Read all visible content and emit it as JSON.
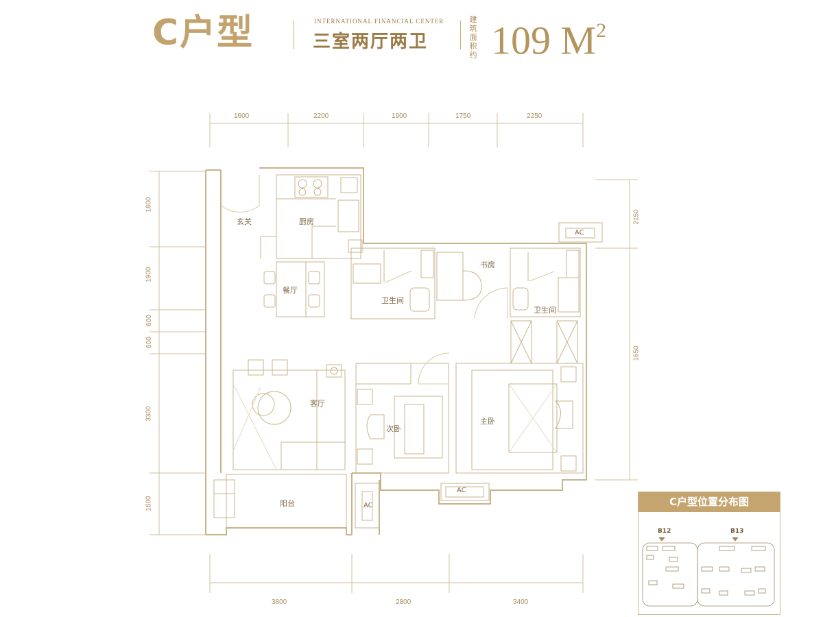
{
  "header": {
    "type_title": "C户型",
    "english_name": "INTERNATIONAL FINANCIAL CENTER",
    "layout": "三室两厅两卫",
    "area_label": "建筑面积约",
    "area_value": "109",
    "area_unit": "M",
    "area_exp": "2"
  },
  "dimensions": {
    "top": [
      "1600",
      "2200",
      "1900",
      "1750",
      "2250"
    ],
    "bottom": [
      "3800",
      "2800",
      "3400"
    ],
    "left": [
      "1800",
      "1900",
      "600",
      "600",
      "3300",
      "1600"
    ],
    "right": [
      "2150",
      "1650"
    ]
  },
  "rooms": {
    "entrance": "玄关",
    "kitchen": "厨房",
    "dining": "餐厅",
    "bath1": "卫生间",
    "study": "书房",
    "bath2": "卫生间",
    "living": "客厅",
    "second_bedroom": "次卧",
    "master_bedroom": "主卧",
    "balcony": "阳台",
    "ac1": "AC",
    "ac2": "AC",
    "ac3": "AC"
  },
  "location_map": {
    "title": "C户型位置分布图",
    "buildings": [
      "B12",
      "B13"
    ]
  },
  "colors": {
    "gold": "#b4955c",
    "wall": "#c9b38c",
    "banner": "#c4a56f"
  }
}
